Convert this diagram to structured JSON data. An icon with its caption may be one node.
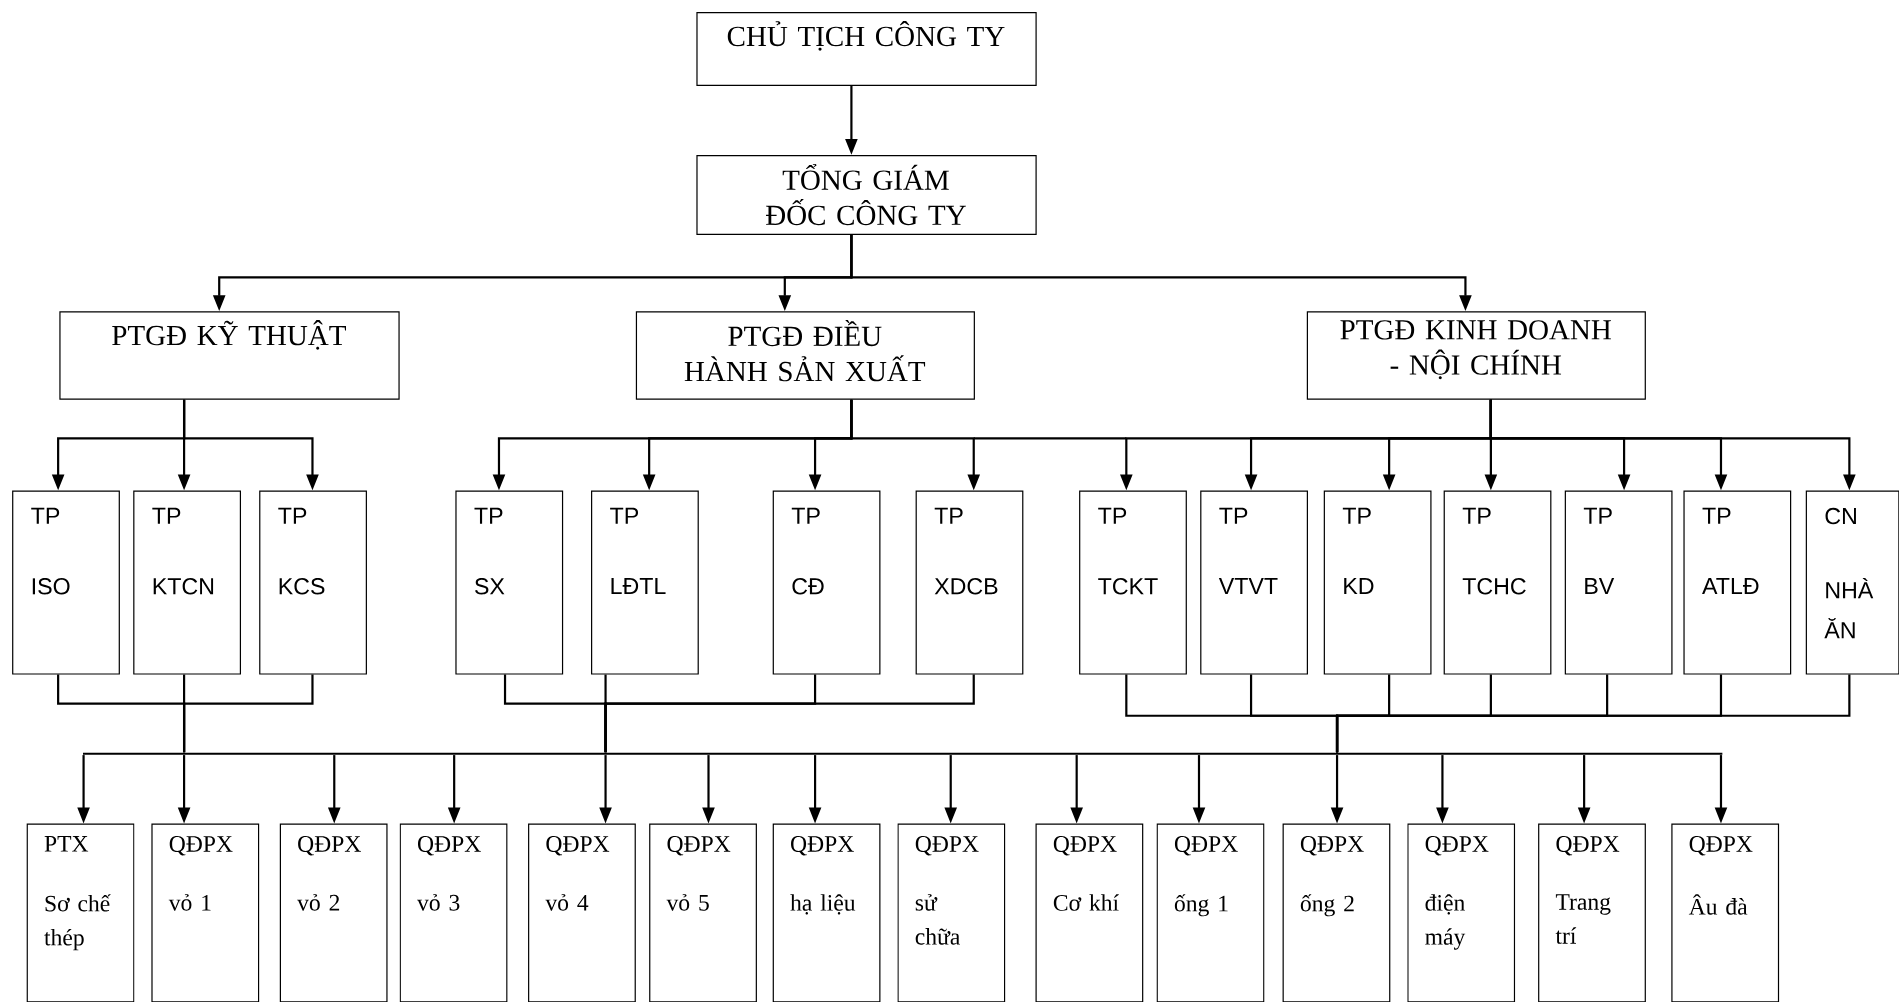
{
  "diagram": {
    "nodes": [
      {
        "text": [
          "CHỦ TỊCH CÔNG TY"
        ]
      },
      {
        "text": [
          "TỔNG GIÁM ĐỐC CÔNG TY"
        ]
      },
      {
        "text": [
          "PTGĐ KỸ THUẬT"
        ]
      },
      {
        "text": [
          "PTGĐ ĐIỀU HÀNH SẢN XUẤT"
        ]
      },
      {
        "text": [
          "PTGĐ KINH DOANH - NỘI CHÍNH"
        ]
      },
      {
        "text": [
          "TP",
          "ISO"
        ]
      },
      {
        "text": [
          "TP",
          "KTCN"
        ]
      },
      {
        "text": [
          "TP",
          "KCS"
        ]
      },
      {
        "text": [
          "TP",
          "SX"
        ]
      },
      {
        "text": [
          "TP",
          "LĐTL"
        ]
      },
      {
        "text": [
          "TP",
          "CĐ"
        ]
      },
      {
        "text": [
          "TP",
          "XDCB"
        ]
      },
      {
        "text": [
          "TP",
          "TCKT"
        ]
      },
      {
        "text": [
          "TP",
          "VTVT"
        ]
      },
      {
        "text": [
          "TP",
          "KD"
        ]
      },
      {
        "text": [
          "TP",
          "TCHC"
        ]
      },
      {
        "text": [
          "TP",
          "BV"
        ]
      },
      {
        "text": [
          "TP",
          "ATLĐ"
        ]
      },
      {
        "text": [
          "CN",
          "NHÀ ĂN"
        ]
      },
      {
        "text": [],
        "shape": "bar"
      },
      {
        "text": [
          "PTX",
          "Sơ chế thép"
        ]
      },
      {
        "text": [
          "QĐPX",
          "vỏ 1"
        ]
      },
      {
        "text": [
          "QĐPX",
          "vỏ 2"
        ]
      },
      {
        "text": [
          "QĐPX",
          "vỏ 3"
        ]
      },
      {
        "text": [
          "QĐPX",
          "vỏ 4"
        ]
      },
      {
        "text": [
          "QĐPX",
          "vỏ 5"
        ]
      },
      {
        "text": [
          "QĐPX",
          "hạ liệu"
        ]
      },
      {
        "text": [
          "QĐPX",
          "sử chữa"
        ]
      },
      {
        "text": [
          "QĐPX",
          "Cơ khí"
        ]
      },
      {
        "text": [
          "QĐPX",
          "ống 1"
        ]
      },
      {
        "text": [
          "QĐPX",
          "ống 2"
        ]
      },
      {
        "text": [
          "QĐPX",
          "điện máy"
        ]
      },
      {
        "text": [
          "QĐPX",
          "Trang trí"
        ]
      },
      {
        "text": [
          "QĐPX",
          "Âu đà"
        ]
      }
    ],
    "edges": [
      {
        "from": 0,
        "to": 1,
        "arrow": "to"
      },
      {
        "from": 1,
        "to": 2,
        "arrow": "to"
      },
      {
        "from": 1,
        "to": 3,
        "arrow": "to"
      },
      {
        "from": 1,
        "to": 4,
        "arrow": "to"
      },
      {
        "from": 2,
        "to": 5,
        "arrow": "to"
      },
      {
        "from": 2,
        "to": 6,
        "arrow": "to"
      },
      {
        "from": 2,
        "to": 7,
        "arrow": "to"
      },
      {
        "from": 3,
        "to": 8,
        "arrow": "to"
      },
      {
        "from": 3,
        "to": 9,
        "arrow": "to"
      },
      {
        "from": 3,
        "to": 10,
        "arrow": "to"
      },
      {
        "from": 3,
        "to": 11,
        "arrow": "to"
      },
      {
        "from": 4,
        "to": 12,
        "arrow": "to"
      },
      {
        "from": 4,
        "to": 13,
        "arrow": "to"
      },
      {
        "from": 4,
        "to": 14,
        "arrow": "to"
      },
      {
        "from": 4,
        "to": 15,
        "arrow": "to"
      },
      {
        "from": 4,
        "to": 16,
        "arrow": "to"
      },
      {
        "from": 4,
        "to": 17,
        "arrow": "to"
      },
      {
        "from": 4,
        "to": 18,
        "arrow": "to"
      },
      {
        "from": 5,
        "to": 19,
        "arrow": "none"
      },
      {
        "from": 6,
        "to": 19,
        "arrow": "none"
      },
      {
        "from": 7,
        "to": 19,
        "arrow": "none"
      },
      {
        "from": 8,
        "to": 19,
        "arrow": "none"
      },
      {
        "from": 9,
        "to": 19,
        "arrow": "none"
      },
      {
        "from": 10,
        "to": 19,
        "arrow": "none"
      },
      {
        "from": 11,
        "to": 19,
        "arrow": "none"
      },
      {
        "from": 12,
        "to": 19,
        "arrow": "none"
      },
      {
        "from": 13,
        "to": 19,
        "arrow": "none"
      },
      {
        "from": 14,
        "to": 19,
        "arrow": "none"
      },
      {
        "from": 15,
        "to": 19,
        "arrow": "none"
      },
      {
        "from": 16,
        "to": 19,
        "arrow": "none"
      },
      {
        "from": 17,
        "to": 19,
        "arrow": "none"
      },
      {
        "from": 18,
        "to": 19,
        "arrow": "none"
      },
      {
        "from": 19,
        "to": 20,
        "arrow": "to"
      },
      {
        "from": 19,
        "to": 21,
        "arrow": "to"
      },
      {
        "from": 19,
        "to": 22,
        "arrow": "to"
      },
      {
        "from": 19,
        "to": 23,
        "arrow": "to"
      },
      {
        "from": 19,
        "to": 24,
        "arrow": "to"
      },
      {
        "from": 19,
        "to": 25,
        "arrow": "to"
      },
      {
        "from": 19,
        "to": 26,
        "arrow": "to"
      },
      {
        "from": 19,
        "to": 27,
        "arrow": "to"
      },
      {
        "from": 19,
        "to": 28,
        "arrow": "to"
      },
      {
        "from": 19,
        "to": 29,
        "arrow": "to"
      },
      {
        "from": 19,
        "to": 30,
        "arrow": "to"
      },
      {
        "from": 19,
        "to": 31,
        "arrow": "to"
      },
      {
        "from": 19,
        "to": 32,
        "arrow": "to"
      },
      {
        "from": 19,
        "to": 33,
        "arrow": "to"
      }
    ]
  }
}
